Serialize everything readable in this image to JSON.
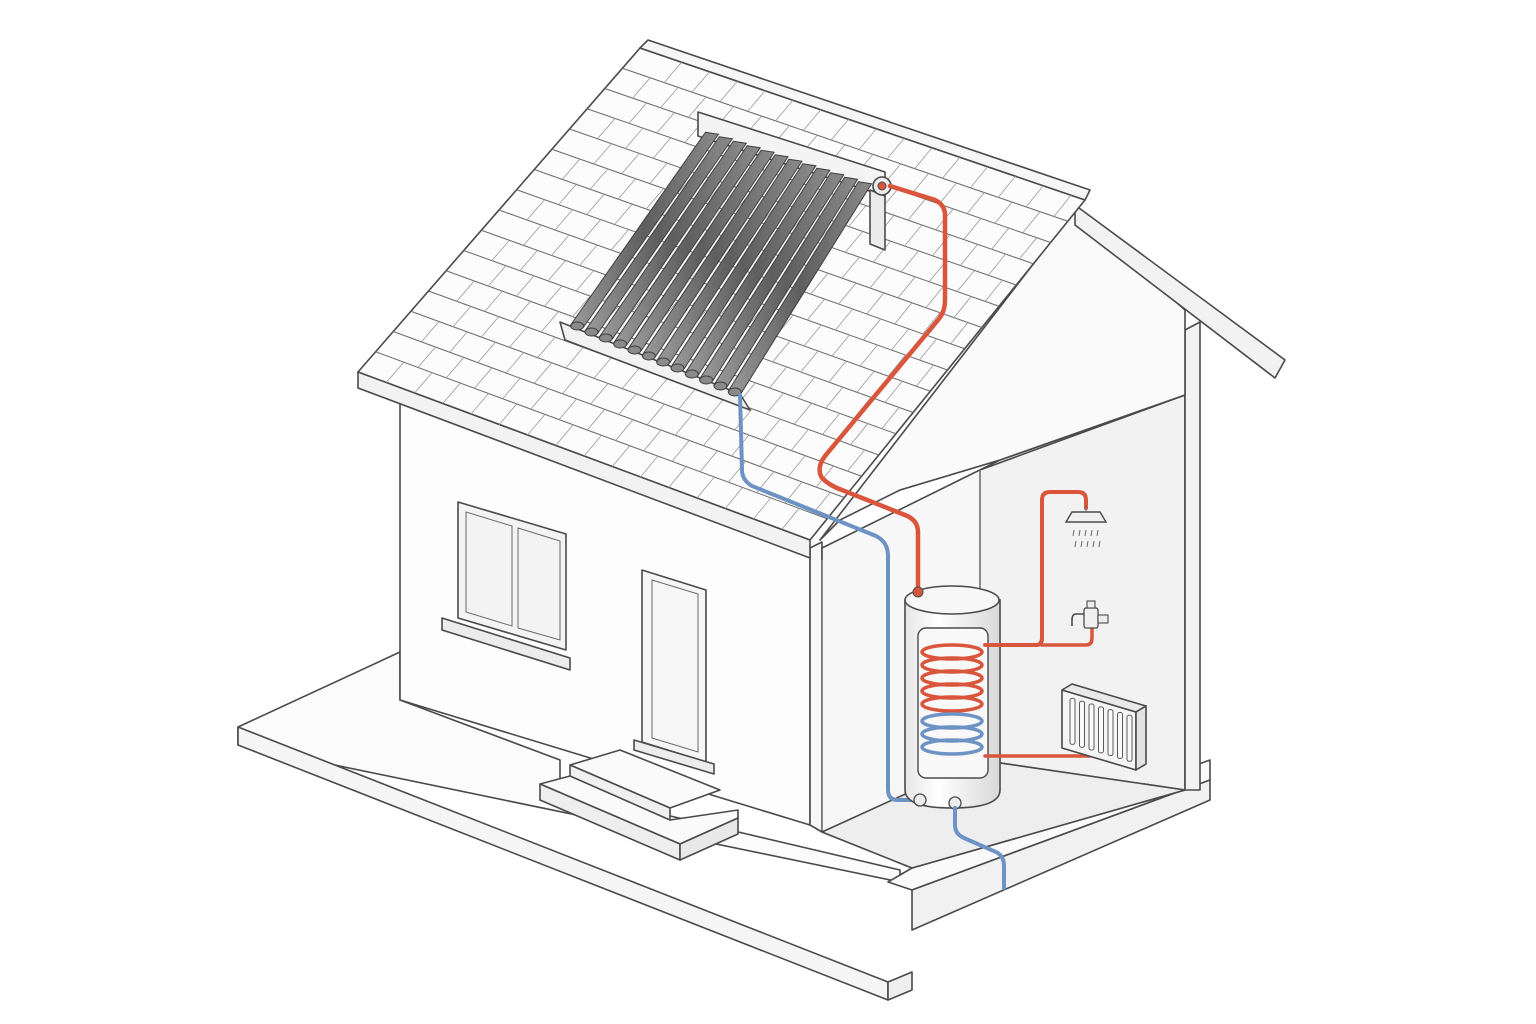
{
  "diagram": {
    "colors": {
      "background": "#ffffff",
      "line": "#4a4a4a",
      "hot_pipe": "#d9553b",
      "cold_pipe": "#6d92c4",
      "collector_tube": "#6f6f6f",
      "wall_shade": "#f4f4f4",
      "floor_shade": "#ececec"
    },
    "icons": [
      "solar-collector-icon",
      "storage-tank-icon",
      "heat-exchanger-coil-icon",
      "shower-head-icon",
      "faucet-icon",
      "radiator-icon"
    ],
    "collector": {
      "tube_count": 12
    },
    "coil": {
      "hot_turns": 5,
      "cold_turns": 3
    },
    "radiator": {
      "fin_count": 7
    }
  }
}
